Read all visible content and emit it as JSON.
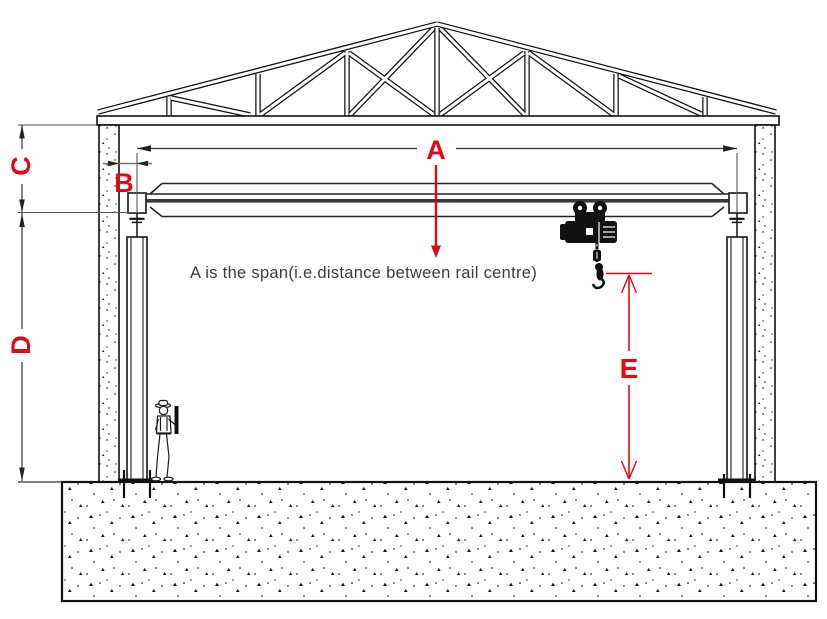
{
  "diagram": {
    "annotation": "A is the span(i.e.distance between rail centre)",
    "dimension_labels": {
      "a": "A",
      "b": "B",
      "c": "C",
      "d": "D",
      "e": "E"
    },
    "colors": {
      "dimension_red": "#e30613",
      "drawing_black": "#1a1a1a",
      "extension_gray": "#6f6f6f",
      "annotation_gray": "#3c3c3c",
      "background": "#ffffff"
    }
  }
}
